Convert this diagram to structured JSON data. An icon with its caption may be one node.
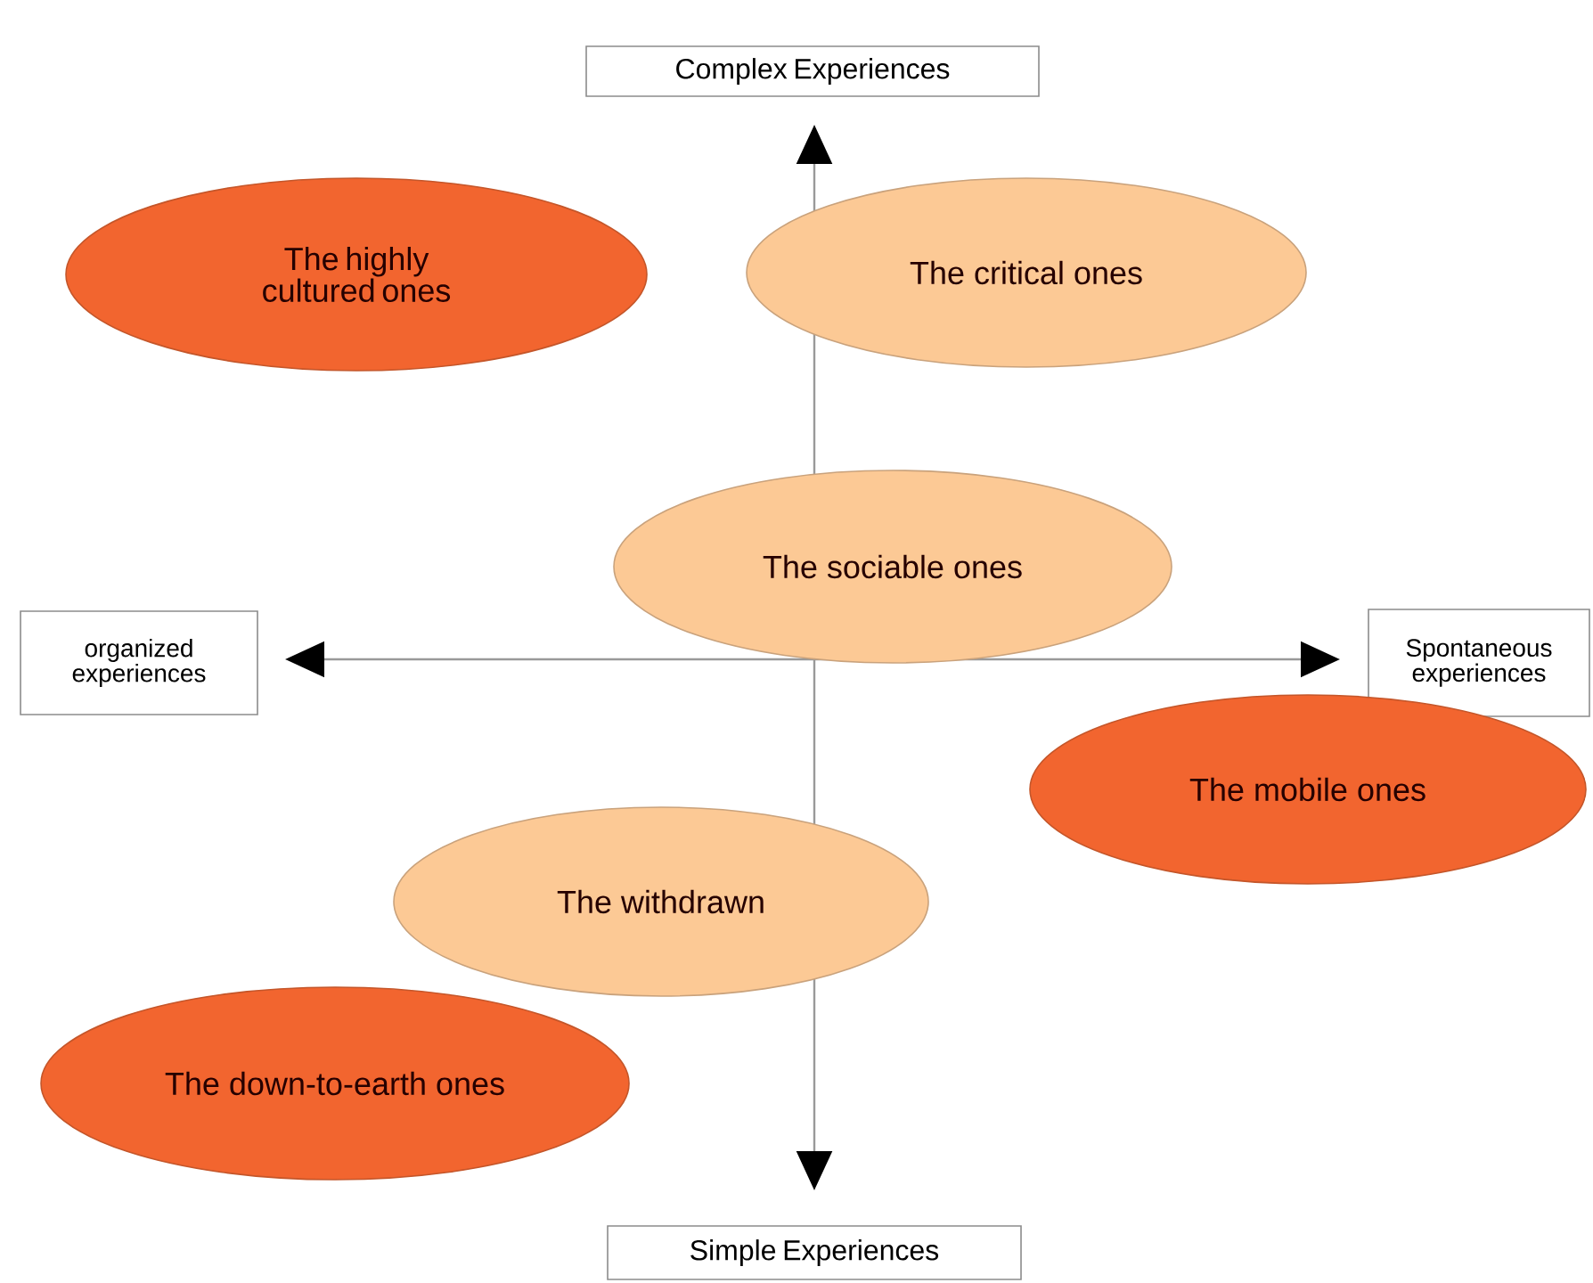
{
  "diagram": {
    "nodes": [
      {
        "text": [
          "Complex Experiences"
        ]
      },
      {
        "text": [
          "The highly cultured ones"
        ]
      },
      {
        "text": [
          "The critical ones"
        ]
      },
      {
        "text": [
          "The sociable ones"
        ]
      },
      {
        "text": [
          "organized experiences"
        ]
      },
      {
        "text": [
          "Spontaneous experiences"
        ]
      },
      {
        "text": [
          "The mobile ones"
        ]
      },
      {
        "text": [
          "The withdrawn"
        ]
      },
      {
        "text": [
          "The down-to-earth ones"
        ]
      },
      {
        "text": [
          "Simple Experiences"
        ]
      }
    ]
  }
}
